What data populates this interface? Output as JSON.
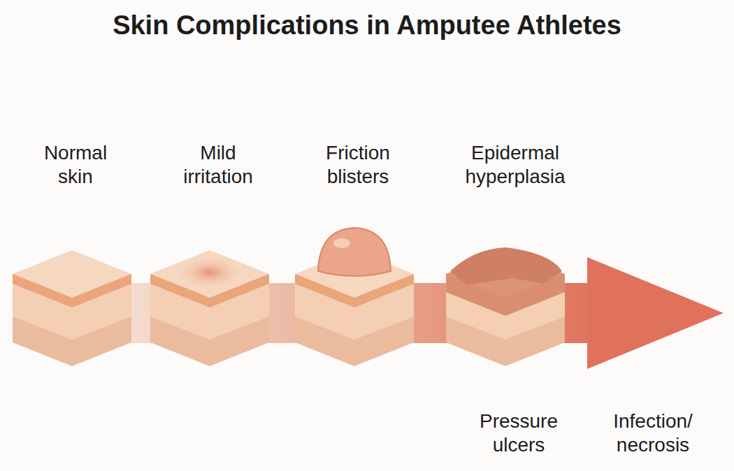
{
  "diagram": {
    "title": "Skin Complications in Amputee Athletes",
    "labels": [
      "Normal skin",
      "Mild irritation",
      "Friction blisters",
      "Epidermal hyperplasia",
      "Pressure ulcers",
      "Infection/ necrosis"
    ]
  }
}
